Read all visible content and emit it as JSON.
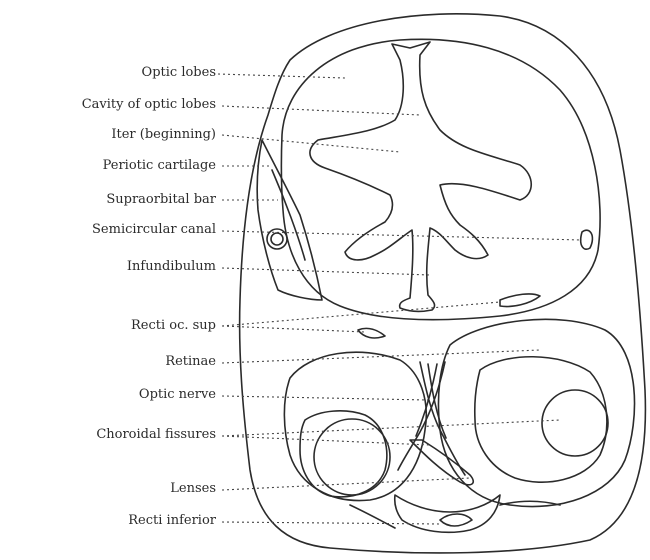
{
  "labels": {
    "optic_lobes": "Optic lobes",
    "cavity_optic_lobes": "Cavity of optic lobes",
    "iter": "Iter (beginning)",
    "periotic_cartilage": "Periotic cartilage",
    "supraorbital_bar": "Supraorbital bar",
    "semicircular_canal": "Semicircular canal",
    "infundibulum": "Infundibulum",
    "recti_superior": "Recti oc. sup",
    "retinae": "Retinae",
    "optic_nerve": "Optic nerve",
    "choroidal_fissures": "Choroidal fissures",
    "lenses": "Lenses",
    "recti_inferior": "Recti inferior"
  },
  "colors": {
    "ink": "#2b2b2b",
    "background": "#ffffff"
  }
}
